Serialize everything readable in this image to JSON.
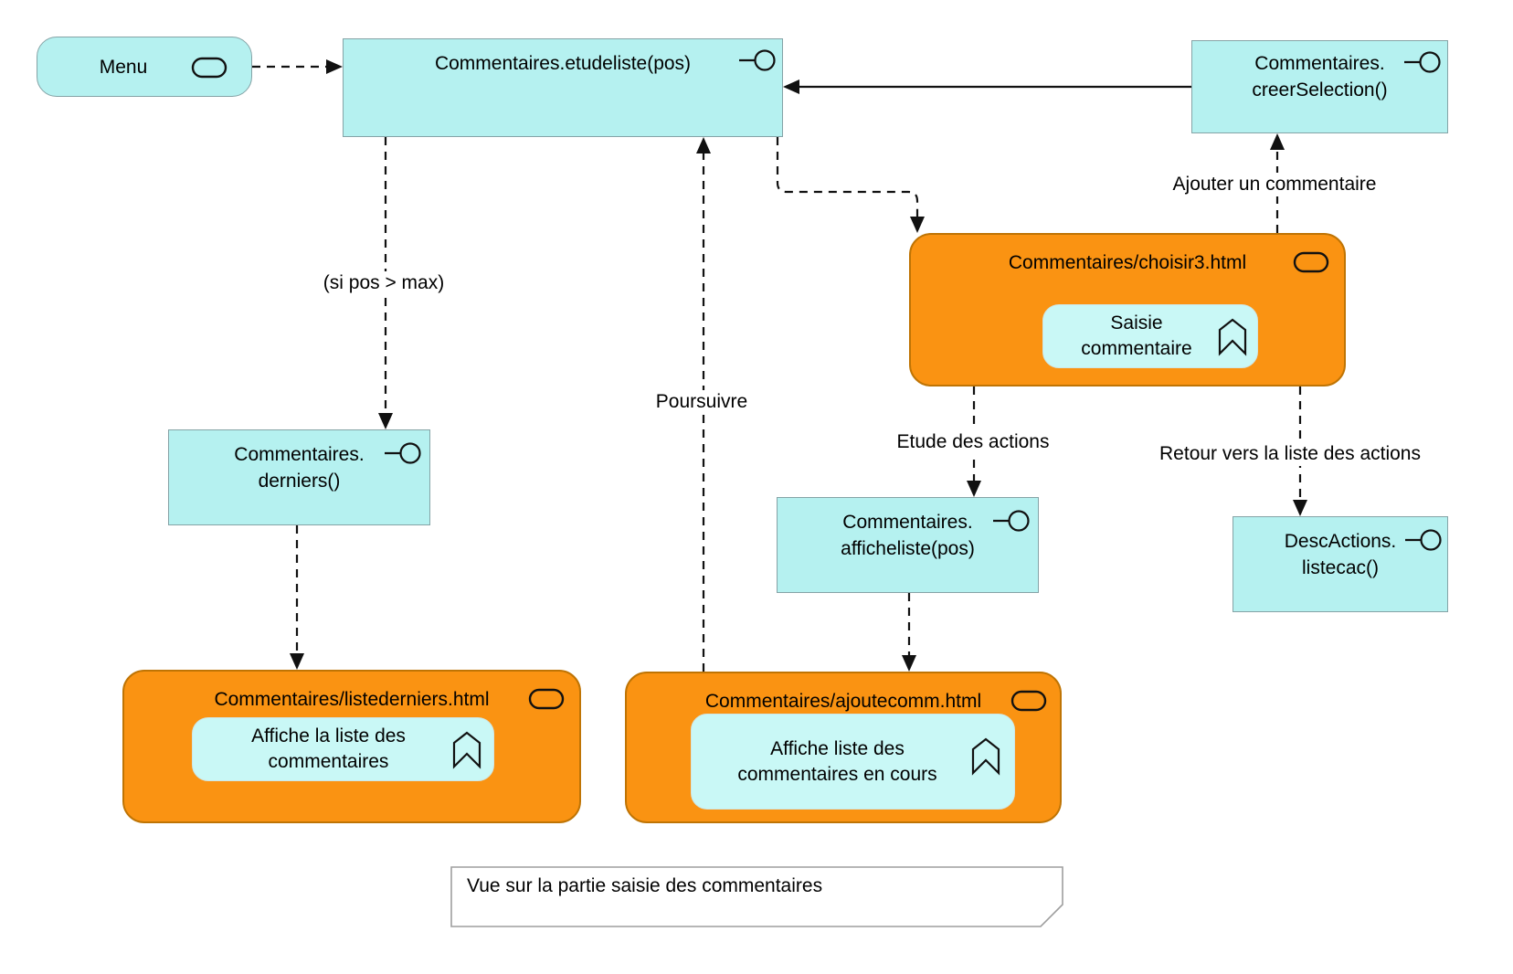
{
  "colors": {
    "node_fill": "#b5f1f0",
    "node_border": "#85a3a6",
    "page_fill": "#fa9312",
    "page_border": "#bf7404",
    "screen_fill": "#c9f8f6",
    "screen_border": "#cfe6e4",
    "note_border": "#9e9e9e",
    "line": "#111111"
  },
  "nodes": {
    "menu": {
      "label": "Menu"
    },
    "etudeliste": {
      "label": "Commentaires.etudeliste(pos)"
    },
    "creer_selection": {
      "line1": "Commentaires.",
      "line2": "creerSelection()"
    },
    "derniers": {
      "line1": "Commentaires.",
      "line2": "derniers()"
    },
    "afficheliste": {
      "line1": "Commentaires.",
      "line2": "afficheliste(pos)"
    },
    "listecac": {
      "line1": "DescActions.",
      "line2": "listecac()"
    }
  },
  "pages": {
    "choisir3": {
      "title": "Commentaires/choisir3.html",
      "screen": "Saisie commentaire"
    },
    "listederniers": {
      "title": "Commentaires/listederniers.html",
      "screen": "Affiche la liste des commentaires"
    },
    "ajoutecomm": {
      "title": "Commentaires/ajoutecomm.html",
      "screen": "Affiche liste des commentaires en cours"
    }
  },
  "edge_labels": {
    "si_pos_max": "(si pos > max)",
    "poursuivre": "Poursuivre",
    "etude_des_actions": "Etude des actions",
    "retour_liste_actions": "Retour vers la liste des actions",
    "ajouter_commentaire": "Ajouter un commentaire"
  },
  "note": {
    "text": "Vue sur la partie saisie des commentaires"
  }
}
